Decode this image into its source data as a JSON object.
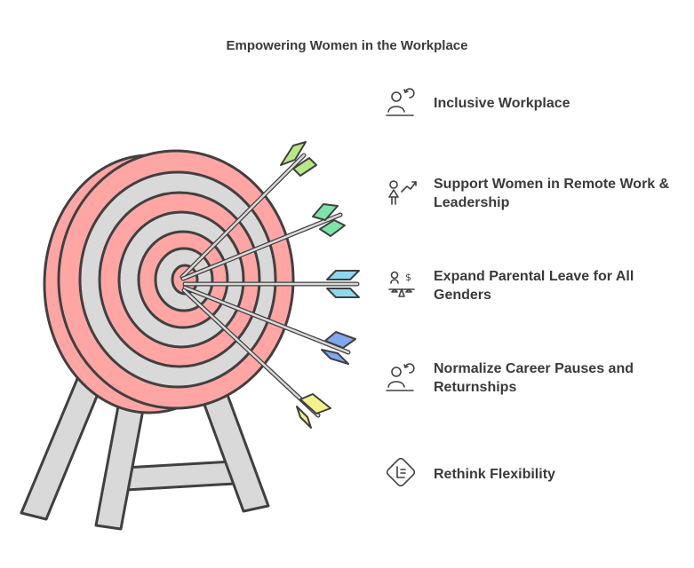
{
  "title": "Empowering Women in the Workplace",
  "colors": {
    "target_red": "#FFA6A5",
    "target_gray": "#D9D9D9",
    "stroke": "#404040",
    "stand": "#D9D9D9"
  },
  "items": [
    {
      "label": "Inclusive Workplace",
      "icon": "person-refresh-icon",
      "fletching_color": "#B8E986"
    },
    {
      "label": "Support Women in Remote Work & Leadership",
      "icon": "woman-growth-icon",
      "fletching_color": "#7EE3A8"
    },
    {
      "label": "Expand Parental Leave for All Genders",
      "icon": "parent-balance-icon",
      "fletching_color": "#8FD8F0"
    },
    {
      "label": "Normalize Career Pauses and Returnships",
      "icon": "person-refresh-icon",
      "fletching_color": "#7FA8F0"
    },
    {
      "label": "Rethink Flexibility",
      "icon": "flexibility-icon",
      "fletching_color": "#F2F28C"
    }
  ]
}
